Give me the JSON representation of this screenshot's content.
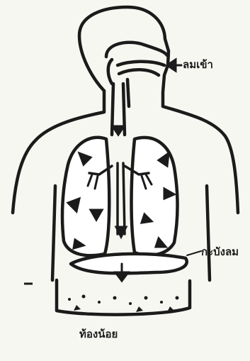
{
  "labels": {
    "inhale": "ลมเข้า",
    "diaphragm": "กะบังลม",
    "abdomen": "ท้องน้อย"
  },
  "colors": {
    "ink": "#1b1b1b",
    "paper": "#f7f7f2",
    "lung_fill": "#ffffff"
  }
}
